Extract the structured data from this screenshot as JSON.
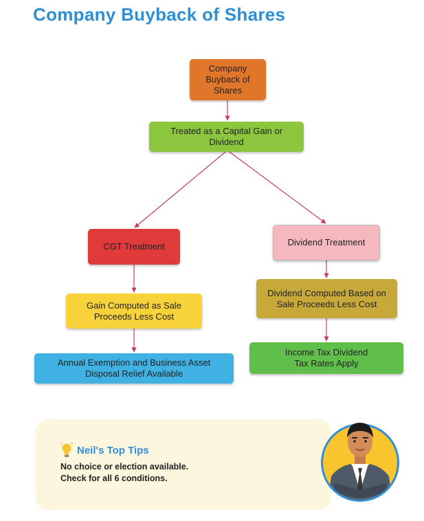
{
  "title": "Company Buyback of Shares",
  "colors": {
    "title": "#2f8fd6",
    "root": "#e0762a",
    "level2": "#8cc63e",
    "cgt": "#e03a3a",
    "dividend": "#f6b8bf",
    "gain": "#f8d23a",
    "div_computed": "#c7a93a",
    "exemption": "#3fb1e3",
    "income_tax": "#5fbf4a",
    "tips_bg": "#fdf6df"
  },
  "nodes": {
    "root": "Company Buyback of Shares",
    "treated": "Treated as a Capital Gain or Dividend",
    "cgt": "CGT Treatment",
    "dividend": "Dividend Treatment",
    "gain": "Gain Computed as Sale Proceeds Less Cost",
    "div_computed": "Dividend Computed Based on Sale Proceeds Less Cost",
    "exemption": "Annual Exemption and Business Asset Disposal Relief Available",
    "income_tax": "Income Tax Dividend Tax Rates Apply"
  },
  "tips": {
    "title": "Neil's Top Tips",
    "line1": "No choice or election available.",
    "line2": "Check for all 6 conditions."
  },
  "icons": {
    "bulb": "lightbulb-icon",
    "avatar": "presenter-avatar-icon"
  }
}
